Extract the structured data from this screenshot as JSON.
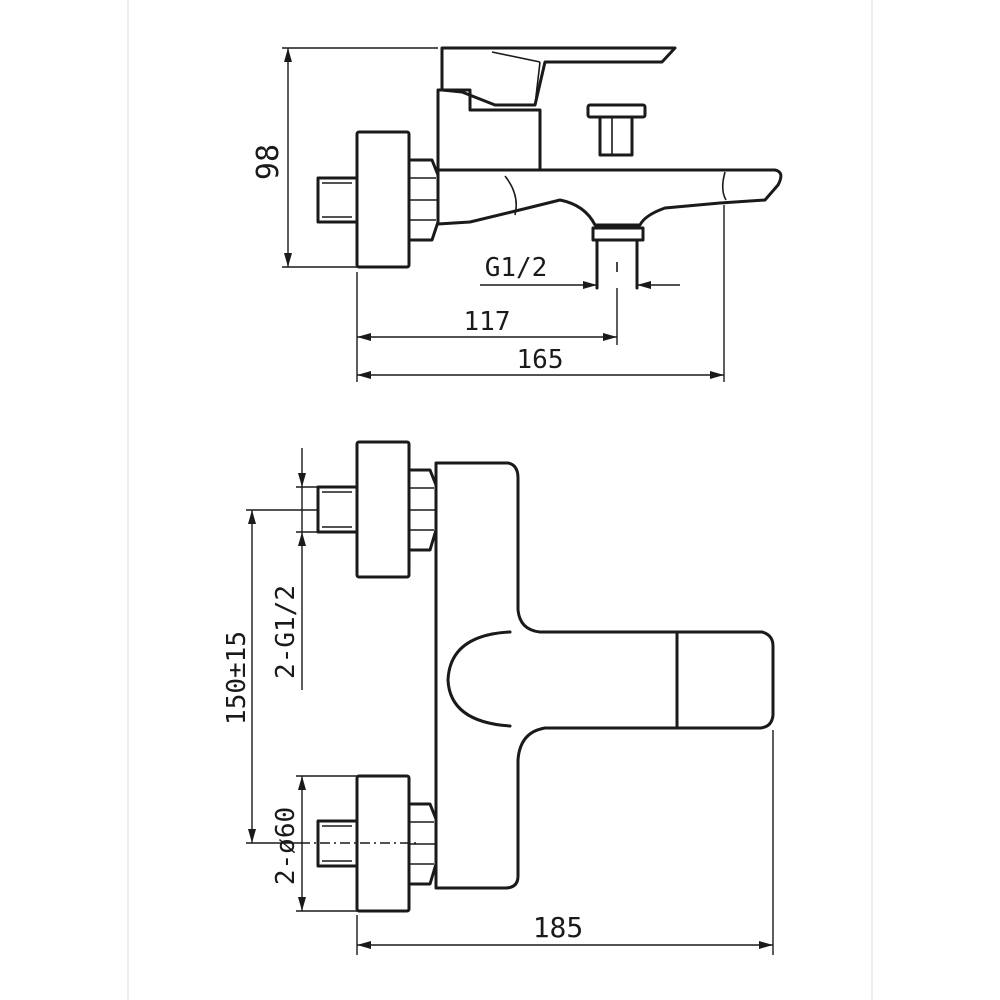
{
  "dimensions": {
    "top_view": {
      "height": "98",
      "thread": "G1/2",
      "inlet_to_outlet": "117",
      "overall_depth": "165"
    },
    "front_view": {
      "center_distance": "150±15",
      "inlet_thread": "2-G1/2",
      "flange_diameter": "2-ø60",
      "overall_width": "185"
    }
  },
  "colors": {
    "line": "#1a1a1a",
    "frame": "#d9d9d9",
    "background": "#ffffff"
  }
}
